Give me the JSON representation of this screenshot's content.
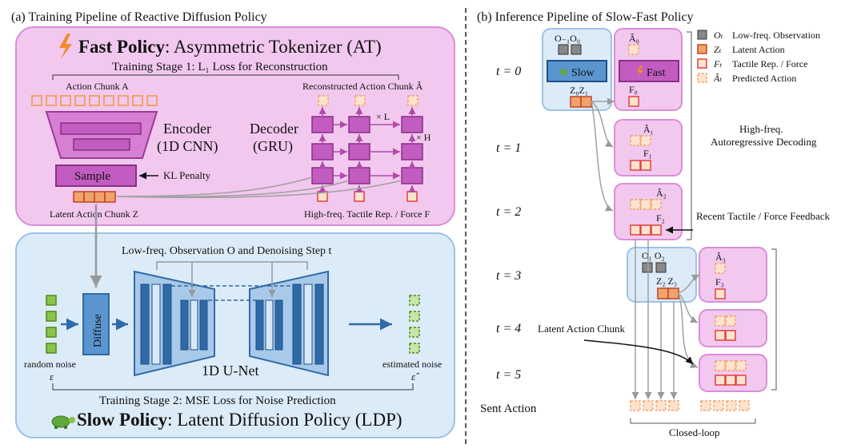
{
  "left": {
    "title": "(a) Training Pipeline of Reactive Diffusion Policy",
    "fast": {
      "title_bold": "Fast Policy",
      "title_rest": ": Asymmetric Tokenizer (AT)",
      "stage1": "Training Stage 1: L₁ Loss for Reconstruction",
      "action_chunk": "Action Chunk A",
      "recon_chunk": "Reconstructed Action Chunk Â",
      "encoder": "Encoder",
      "encoder_sub": "(1D CNN)",
      "decoder": "Decoder",
      "decoder_sub": "(GRU)",
      "sample": "Sample",
      "kl": "KL Penalty",
      "latent_chunk": "Latent Action Chunk Z",
      "tactile": "High-freq. Tactile Rep. / Force F",
      "times_L": "× L",
      "times_H": "× H"
    },
    "slow": {
      "obs": "Low-freq. Observation O and Denoising Step t",
      "diffuse": "Diffuse",
      "unet": "1D U-Net",
      "random_noise": "random noise",
      "eps": "ε",
      "estimated_noise": "estimated noise",
      "eps_hat": "ε̂",
      "stage2": "Training Stage 2: MSE Loss for Noise Prediction",
      "title_bold": "Slow Policy",
      "title_rest": ": Latent Diffusion Policy (LDP)"
    }
  },
  "right": {
    "title": "(b) Inference Pipeline of Slow-Fast Policy",
    "times": [
      "t = 0",
      "t = 1",
      "t = 2",
      "t = 3",
      "t = 4",
      "t = 5"
    ],
    "sent_action": "Sent Action",
    "slow_label": "Slow",
    "fast_label": "Fast",
    "obs_01": "O₋₁O₀",
    "z01": "Z₀Z₁",
    "obs_12": "O₁ O₂",
    "z23": "Z₂ Z₃",
    "a0": "Â₀",
    "f0": "F₀",
    "a1": "Â₁",
    "f1": "F₁",
    "a2": "Â₂",
    "f2": "F₂",
    "a3": "Â₃",
    "f3": "F₃",
    "legend": [
      {
        "sym": "Oₜ",
        "text": "Low-freq. Observation"
      },
      {
        "sym": "Zₜ",
        "text": "Latent Action"
      },
      {
        "sym": "Fₜ",
        "text": "Tactile Rep. / Force"
      },
      {
        "sym": "Âₜ",
        "text": "Predicted Action"
      }
    ],
    "highfreq": "High-freq.",
    "autoreg": "Autoregressive Decoding",
    "recent": "Recent Tactile / Force Feedback",
    "latent_label": "Latent Action Chunk",
    "closed_loop": "Closed-loop"
  },
  "colors": {
    "pink_bg": "#f2c8ef",
    "pink_border": "#d98fd6",
    "blue_bg": "#dcebf8",
    "blue_border": "#9cc3e6",
    "purple": "#c25cc0",
    "orange": "#f0a36a",
    "red": "#e0413d",
    "green": "#8bc34a",
    "dark_blue": "#2f6aa8"
  }
}
